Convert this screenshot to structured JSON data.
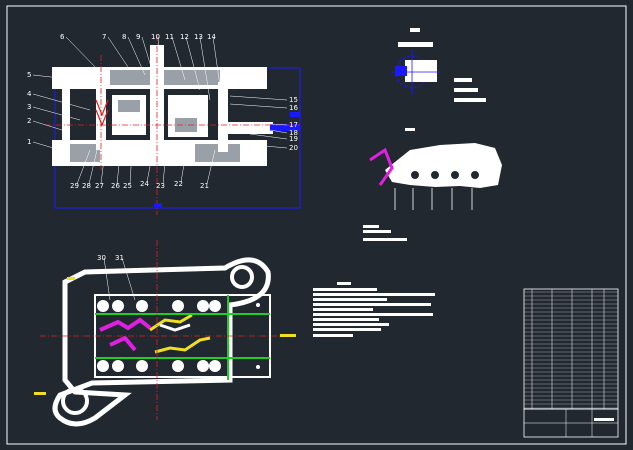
{
  "drawing": {
    "background": "#212830",
    "line_color": "#ffffff",
    "accent_blue": "#1a1aff",
    "accent_red": "#e02020",
    "accent_green": "#22cc22",
    "accent_yellow": "#f0e020",
    "accent_magenta": "#e020e0"
  },
  "labels_top": [
    "6",
    "7",
    "8",
    "9",
    "10",
    "11",
    "12",
    "13",
    "14"
  ],
  "labels_left": [
    "5",
    "4",
    "3",
    "2",
    "1"
  ],
  "labels_right": [
    "15",
    "16",
    "17",
    "18",
    "19",
    "20"
  ],
  "labels_bottom": [
    "29",
    "28",
    "27",
    "26",
    "25",
    "24",
    "23",
    "22",
    "21"
  ],
  "labels_plan": [
    "30",
    "31"
  ]
}
